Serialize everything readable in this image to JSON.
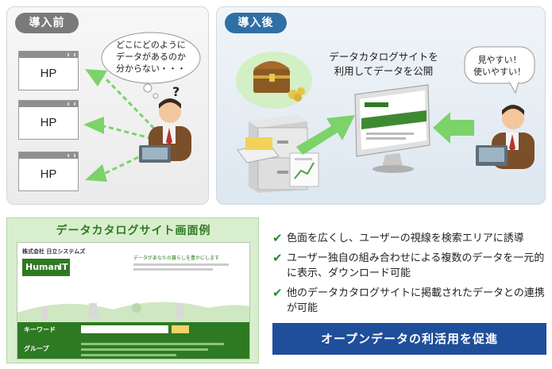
{
  "before": {
    "tag": "導入前",
    "hp_windows": [
      "HP",
      "HP",
      "HP"
    ],
    "thought_bubble": [
      "どこにどのように",
      "データがあるのか",
      "分からない・・・"
    ],
    "question_mark": "?"
  },
  "after": {
    "tag": "導入後",
    "publish_text": [
      "データカタログサイトを",
      "利用してデータを公開"
    ],
    "speech_bubble": [
      "見やすい！",
      "使いやすい！"
    ]
  },
  "sample": {
    "title": "データカタログサイト画面例",
    "company": "株式会社 日立システムズ",
    "logo_text": "Human",
    "logo_suffix": "IT",
    "tagline": "データがあなたの暮らしを豊かにします",
    "keyword_label": "キーワード",
    "group_label": "グループ"
  },
  "features": [
    "色面を広くし、ユーザーの視線を検索エリアに誘導",
    "ユーザー独自の組み合わせによる複数のデータを一元的に表示、ダウンロード可能",
    "他のデータカタログサイトに掲載されたデータとの連携が可能"
  ],
  "check_icon": "✔",
  "cta": "オープンデータの利活用を促進",
  "colors": {
    "accent_green": "#2a8a2a",
    "cta_blue": "#1f4e9a",
    "tag_gray": "#7a7a7a",
    "tag_blue": "#2e6fa6",
    "arrow_green": "#7bd36a"
  }
}
